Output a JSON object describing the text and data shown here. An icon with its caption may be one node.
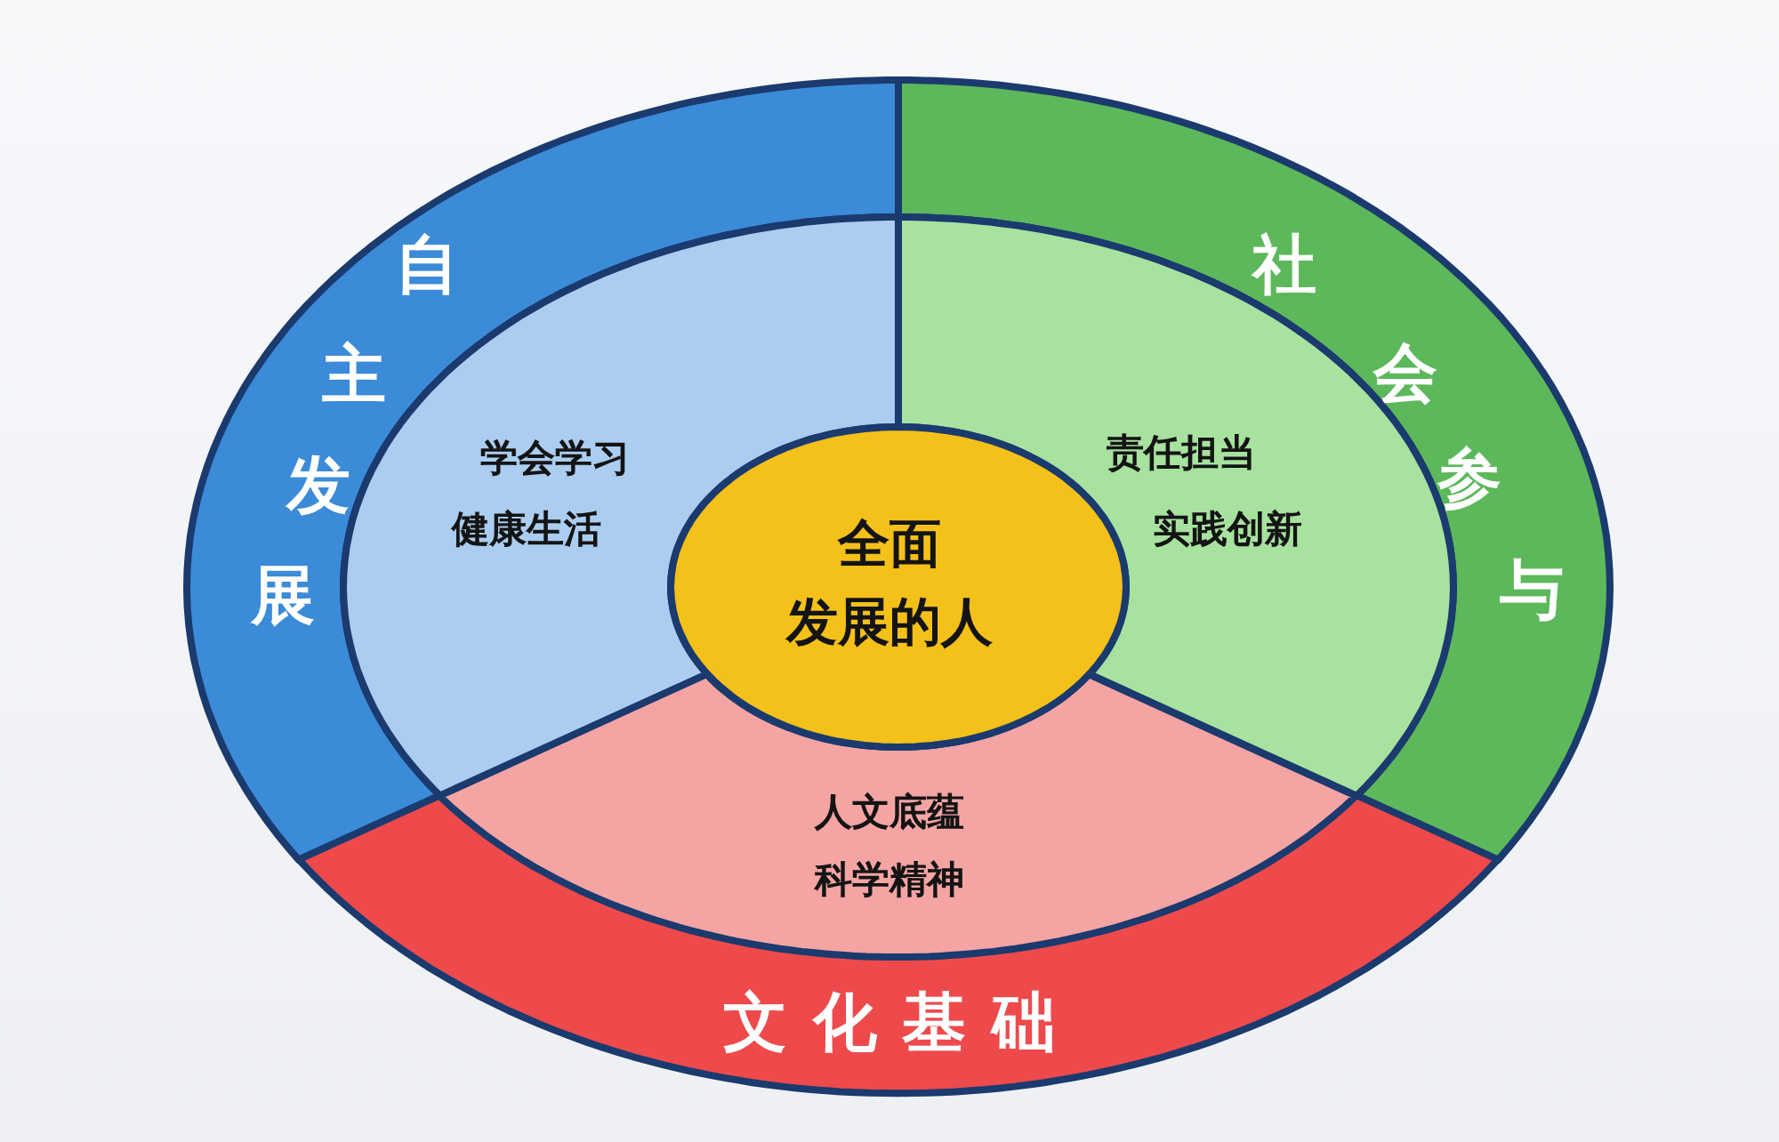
{
  "diagram": {
    "nodes": [
      {
        "text": [
          "自主发展"
        ]
      },
      {
        "text": [
          "社会参与"
        ]
      },
      {
        "text": [
          "文化基础"
        ]
      },
      {
        "text": [
          "学会学习",
          "健康生活"
        ]
      },
      {
        "text": [
          "责任担当",
          "实践创新"
        ]
      },
      {
        "text": [
          "人文底蕴",
          "科学精神"
        ]
      },
      {
        "text": [
          "全面发展的人"
        ]
      }
    ]
  }
}
